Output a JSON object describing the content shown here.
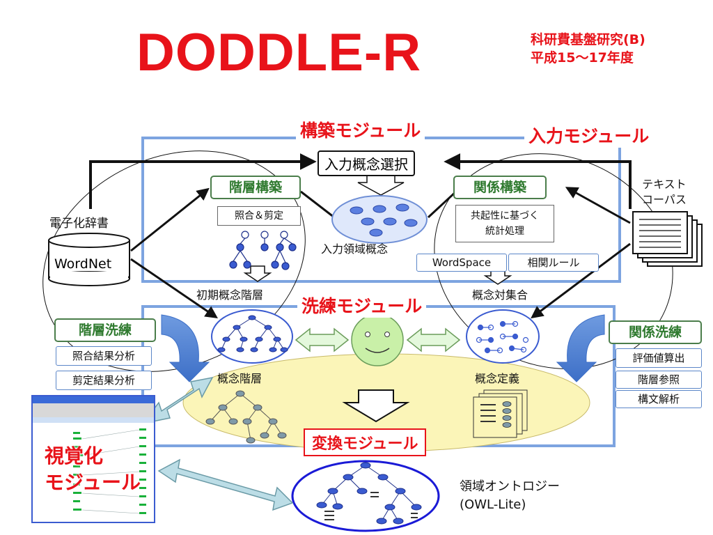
{
  "title": "DODDLE-R",
  "grant": {
    "line1": "科研費基盤研究(B)",
    "line2": "平成15〜17年度"
  },
  "modules": {
    "construction": "構築モジュール",
    "input": "入力モジュール",
    "refinement": "洗練モジュール",
    "transform": "変換モジュール",
    "visualization_line1": "視覚化",
    "visualization_line2": "モジュール"
  },
  "construction_module": {
    "input_concept_select": "入力概念選択",
    "hierarchy_construction": "階層構築",
    "match_prune": "照合＆剪定",
    "relation_construction": "関係構築",
    "cooccurrence_line1": "共起性に基づく",
    "cooccurrence_line2": "統計処理",
    "input_domain_concepts": "入力領域概念",
    "wordspace": "WordSpace",
    "correlation_rules": "相関ルール",
    "initial_hierarchy": "初期概念階層",
    "concept_pair_set": "概念対集合"
  },
  "input_module": {
    "dictionary_label": "電子化辞書",
    "wordnet": "WordNet",
    "corpus_line1": "テキスト",
    "corpus_line2": "コーパス"
  },
  "refinement_module": {
    "hierarchy_refinement": "階層洗練",
    "match_result_analysis": "照合結果分析",
    "prune_result_analysis": "剪定結果分析",
    "relation_refinement": "関係洗練",
    "evaluation_value": "評価値算出",
    "hierarchy_reference": "階層参照",
    "syntax_analysis": "構文解析",
    "concept_hierarchy": "概念階層",
    "concept_definition": "概念定義"
  },
  "output": {
    "line1": "領域オントロジー",
    "line2": "(OWL-Lite)"
  },
  "colors": {
    "accent_red": "#e8131a",
    "frame_blue": "#5b86c8",
    "label_green": "#2f7a2f",
    "node_blue": "#3a5bd0",
    "yellow_area": "#fbf5b8",
    "smiley": "#c9f0a8"
  }
}
